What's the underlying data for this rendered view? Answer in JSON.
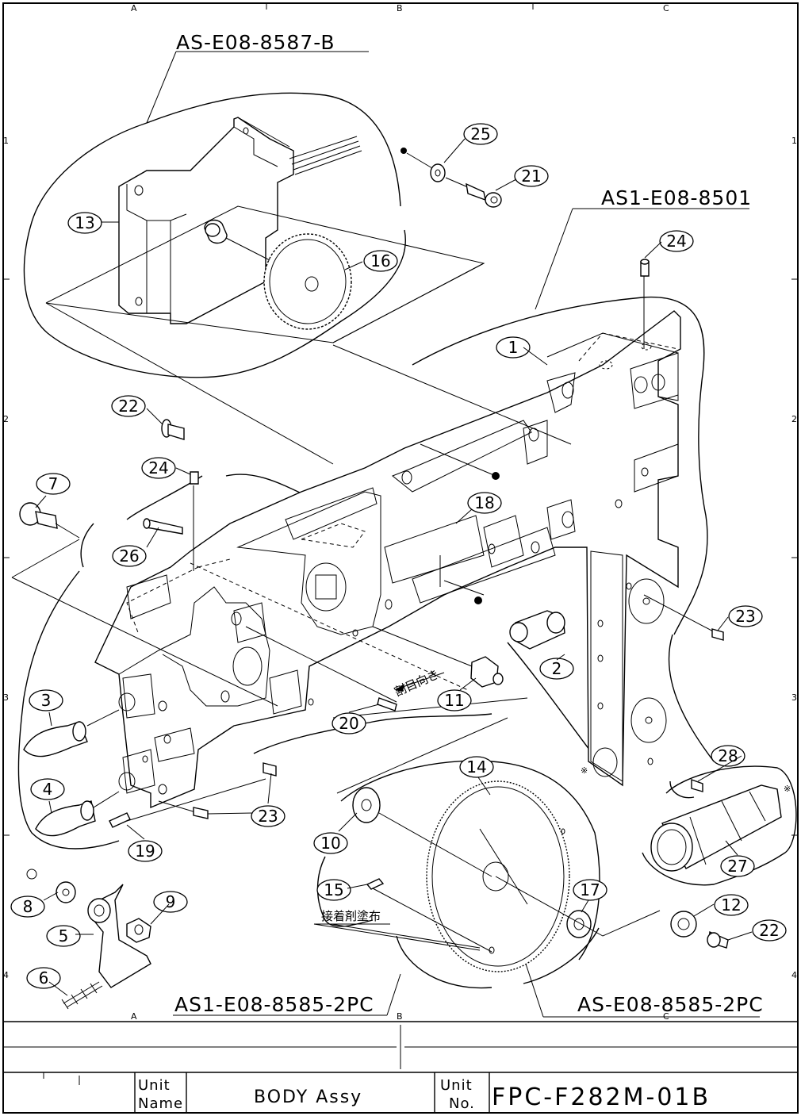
{
  "grid": {
    "columns": [
      "A",
      "B",
      "C"
    ],
    "rows": [
      "1",
      "2",
      "3",
      "4"
    ]
  },
  "assemblies": [
    {
      "id": "as-e08-8587-b",
      "label": "AS-E08-8587-B"
    },
    {
      "id": "as1-e08-8501",
      "label": "AS1-E08-8501"
    },
    {
      "id": "as1-e08-8585-2pc",
      "label": "AS1-E08-8585-2PC"
    },
    {
      "id": "as-e08-8585-2pc",
      "label": "AS-E08-8585-2PC"
    }
  ],
  "balloons": [
    "1",
    "2",
    "3",
    "4",
    "5",
    "6",
    "7",
    "8",
    "9",
    "10",
    "11",
    "12",
    "13",
    "14",
    "15",
    "16",
    "17",
    "18",
    "19",
    "20",
    "21",
    "22",
    "22",
    "23",
    "23",
    "24",
    "24",
    "25",
    "26",
    "27",
    "28"
  ],
  "annotations": {
    "split_direction": "割目向き",
    "adhesive": "接着剤塗布",
    "mark": "※"
  },
  "title_block": {
    "unit_name_label_1": "Unit",
    "unit_name_label_2": "Name",
    "unit_name": "BODY Assy",
    "unit_no_label_1": "Unit",
    "unit_no_label_2": "No.",
    "unit_no": "FPC-F282M-01B"
  }
}
